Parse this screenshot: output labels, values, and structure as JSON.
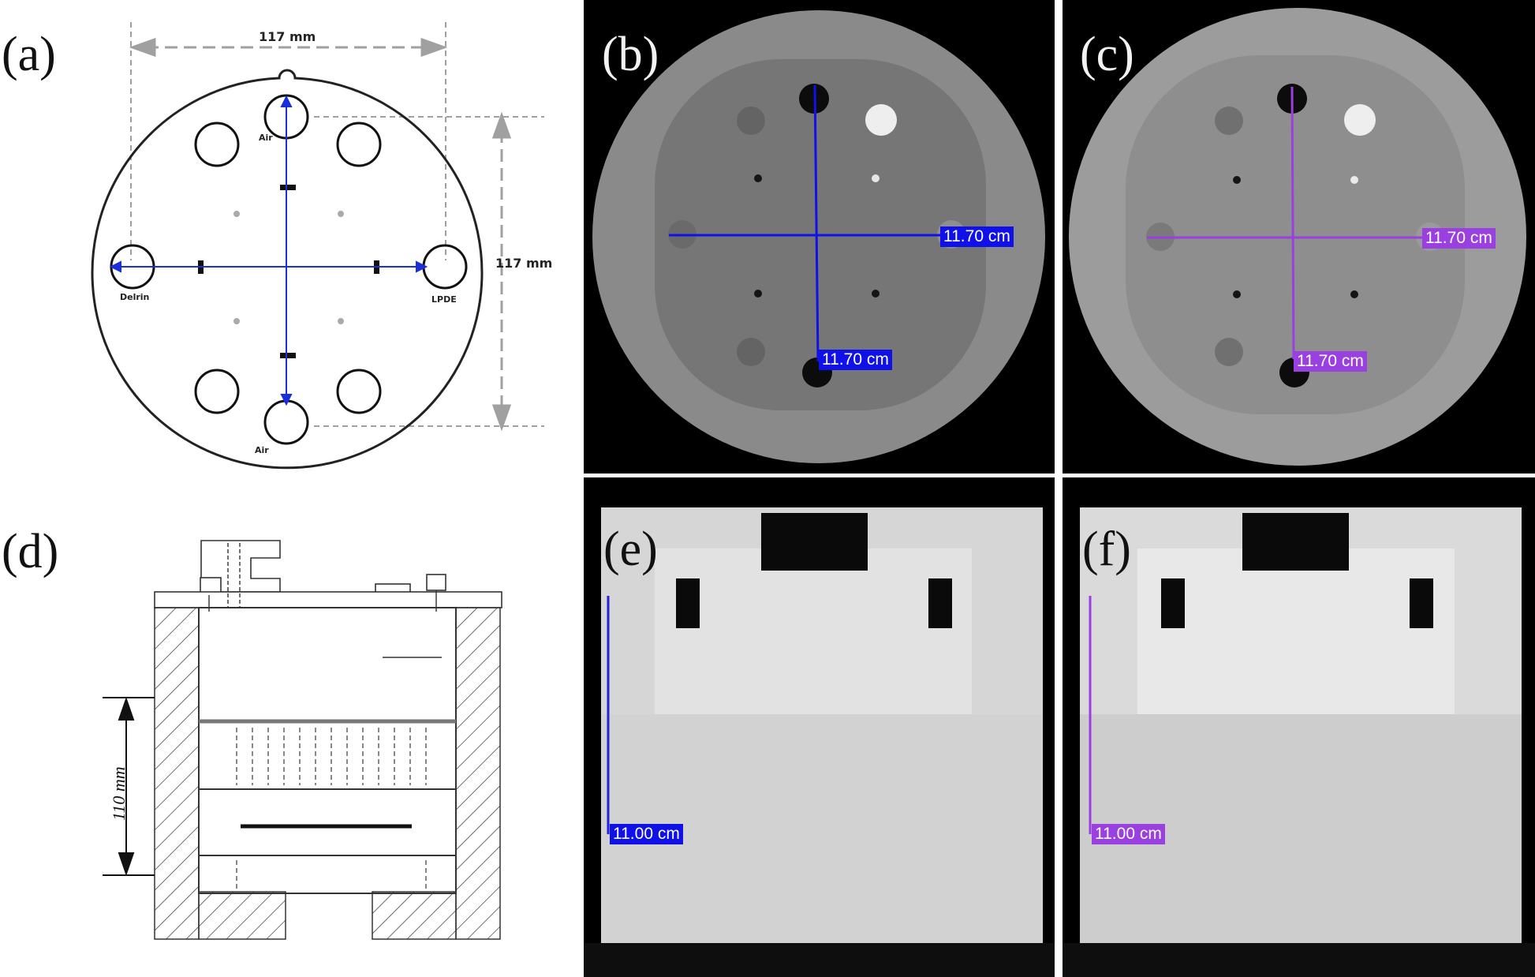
{
  "panels": {
    "a": {
      "label": "(a)",
      "width_dim": "117 mm",
      "height_dim": "117 mm",
      "insert_labels": {
        "top": "Air",
        "bottom": "Air",
        "left": "Delrin",
        "right": "LPDE"
      }
    },
    "b": {
      "label": "(b)",
      "measure_h": "11.70 cm",
      "measure_v": "11.70 cm"
    },
    "c": {
      "label": "(c)",
      "measure_h": "11.70 cm",
      "measure_v": "11.70 cm"
    },
    "d": {
      "label": "(d)",
      "height_dim": "110 mm"
    },
    "e": {
      "label": "(e)",
      "measure_v": "11.00 cm"
    },
    "f": {
      "label": "(f)",
      "measure_v": "11.00 cm"
    }
  },
  "colors": {
    "measure_blue": "#1010e8",
    "measure_purple": "#9a3fe0",
    "arrow_blue": "#1a2fd8",
    "dim_gray": "#a0a0a0"
  }
}
